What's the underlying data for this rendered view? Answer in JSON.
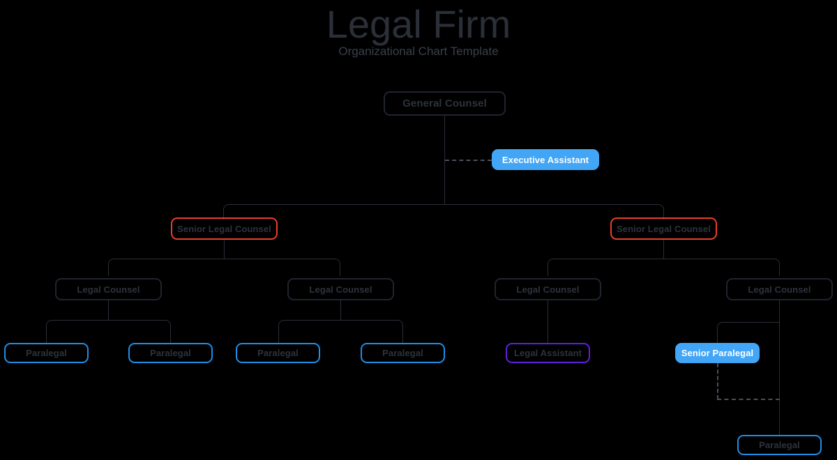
{
  "header": {
    "title": "Legal Firm",
    "subtitle": "Organizational Chart Template"
  },
  "colors": {
    "background": "#000000",
    "title_text": "#2b2f38",
    "subtitle_text": "#3a3f49",
    "node_text": "#2e323c",
    "node_border_default": "#20242e",
    "node_border_red": "#e8402a",
    "node_border_blue": "#1f8fe8",
    "node_border_purple": "#6020e0",
    "node_fill_blue": "#42a5f5",
    "node_fill_text": "#ffffff",
    "connector": "#2b2f38",
    "connector_dashed": "#4a4f59"
  },
  "chart_data": {
    "type": "diagram",
    "title": "Legal Firm",
    "subtitle": "Organizational Chart Template",
    "nodes": [
      {
        "id": "general-counsel",
        "label": "General Counsel",
        "style": "outline-dark",
        "level": 0
      },
      {
        "id": "executive-assistant",
        "label": "Executive Assistant",
        "style": "filled-blue",
        "level": 1,
        "relation": "assistant"
      },
      {
        "id": "senior-legal-counsel-1",
        "label": "Senior Legal Counsel",
        "style": "outline-red",
        "level": 1
      },
      {
        "id": "senior-legal-counsel-2",
        "label": "Senior Legal Counsel",
        "style": "outline-red",
        "level": 1
      },
      {
        "id": "legal-counsel-1",
        "label": "Legal Counsel",
        "style": "outline-dark",
        "level": 2
      },
      {
        "id": "legal-counsel-2",
        "label": "Legal Counsel",
        "style": "outline-dark",
        "level": 2
      },
      {
        "id": "legal-counsel-3",
        "label": "Legal Counsel",
        "style": "outline-dark",
        "level": 2
      },
      {
        "id": "legal-counsel-4",
        "label": "Legal Counsel",
        "style": "outline-dark",
        "level": 2
      },
      {
        "id": "paralegal-1",
        "label": "Paralegal",
        "style": "outline-blue",
        "level": 3
      },
      {
        "id": "paralegal-2",
        "label": "Paralegal",
        "style": "outline-blue",
        "level": 3
      },
      {
        "id": "paralegal-3",
        "label": "Paralegal",
        "style": "outline-blue",
        "level": 3
      },
      {
        "id": "paralegal-4",
        "label": "Paralegal",
        "style": "outline-blue",
        "level": 3
      },
      {
        "id": "legal-assistant",
        "label": "Legal Assistant",
        "style": "outline-purple",
        "level": 3
      },
      {
        "id": "senior-paralegal",
        "label": "Senior Paralegal",
        "style": "filled-blue",
        "level": 3,
        "relation": "assistant"
      },
      {
        "id": "paralegal-5",
        "label": "Paralegal",
        "style": "outline-blue",
        "level": 4
      }
    ],
    "edges": [
      {
        "from": "general-counsel",
        "to": "executive-assistant",
        "line": "dashed"
      },
      {
        "from": "general-counsel",
        "to": "senior-legal-counsel-1",
        "line": "solid"
      },
      {
        "from": "general-counsel",
        "to": "senior-legal-counsel-2",
        "line": "solid"
      },
      {
        "from": "senior-legal-counsel-1",
        "to": "legal-counsel-1",
        "line": "solid"
      },
      {
        "from": "senior-legal-counsel-1",
        "to": "legal-counsel-2",
        "line": "solid"
      },
      {
        "from": "senior-legal-counsel-2",
        "to": "legal-counsel-3",
        "line": "solid"
      },
      {
        "from": "senior-legal-counsel-2",
        "to": "legal-counsel-4",
        "line": "solid"
      },
      {
        "from": "legal-counsel-1",
        "to": "paralegal-1",
        "line": "solid"
      },
      {
        "from": "legal-counsel-1",
        "to": "paralegal-2",
        "line": "solid"
      },
      {
        "from": "legal-counsel-2",
        "to": "paralegal-3",
        "line": "solid"
      },
      {
        "from": "legal-counsel-2",
        "to": "paralegal-4",
        "line": "solid"
      },
      {
        "from": "legal-counsel-3",
        "to": "legal-assistant",
        "line": "solid"
      },
      {
        "from": "legal-counsel-4",
        "to": "senior-paralegal",
        "line": "solid"
      },
      {
        "from": "legal-counsel-4",
        "to": "paralegal-5",
        "line": "solid"
      },
      {
        "from": "senior-paralegal",
        "to": "paralegal-5",
        "line": "dashed"
      }
    ]
  }
}
